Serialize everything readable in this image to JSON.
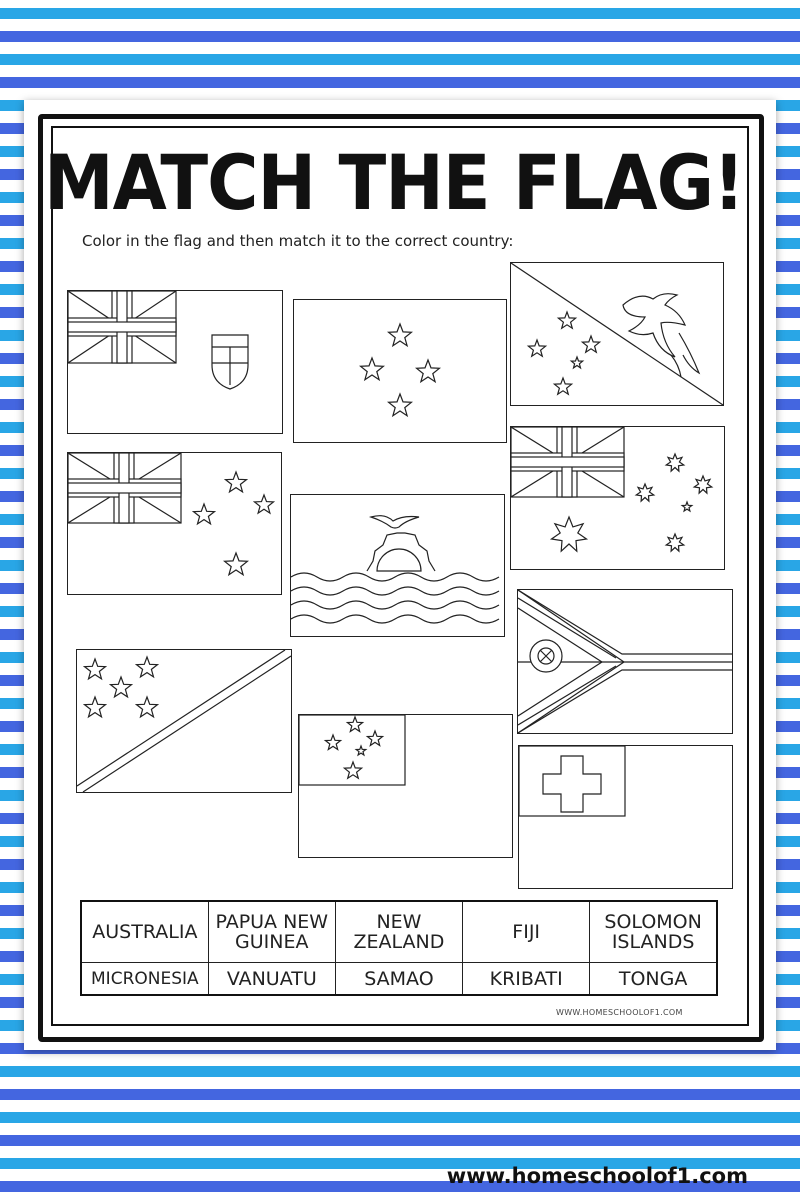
{
  "worksheet": {
    "title": "MATCH THE FLAG!",
    "instructions": "Color in the flag and then match it to the correct country:",
    "sheet_url": "WWW.HOMESCHOOLOF1.COM"
  },
  "flags": [
    {
      "icon": "fiji-flag-icon"
    },
    {
      "icon": "micronesia-flag-icon"
    },
    {
      "icon": "papua-new-guinea-flag-icon"
    },
    {
      "icon": "new-zealand-flag-icon"
    },
    {
      "icon": "kiribati-flag-icon"
    },
    {
      "icon": "australia-flag-icon"
    },
    {
      "icon": "vanuatu-flag-icon"
    },
    {
      "icon": "solomon-islands-flag-icon"
    },
    {
      "icon": "samoa-flag-icon"
    },
    {
      "icon": "tonga-flag-icon"
    }
  ],
  "country_names": [
    [
      "AUSTRALIA",
      "PAPUA NEW GUINEA",
      "NEW ZEALAND",
      "FIJI",
      "SOLOMON ISLANDS"
    ],
    [
      "MICRONESIA",
      "VANUATU",
      "SAMAO",
      "KRIBATI",
      "TONGA"
    ]
  ],
  "footer": {
    "url": "www.homeschoolof1.com"
  },
  "colors": {
    "stripe_light": "#29a6e6",
    "stripe_dark": "#4466e0"
  }
}
